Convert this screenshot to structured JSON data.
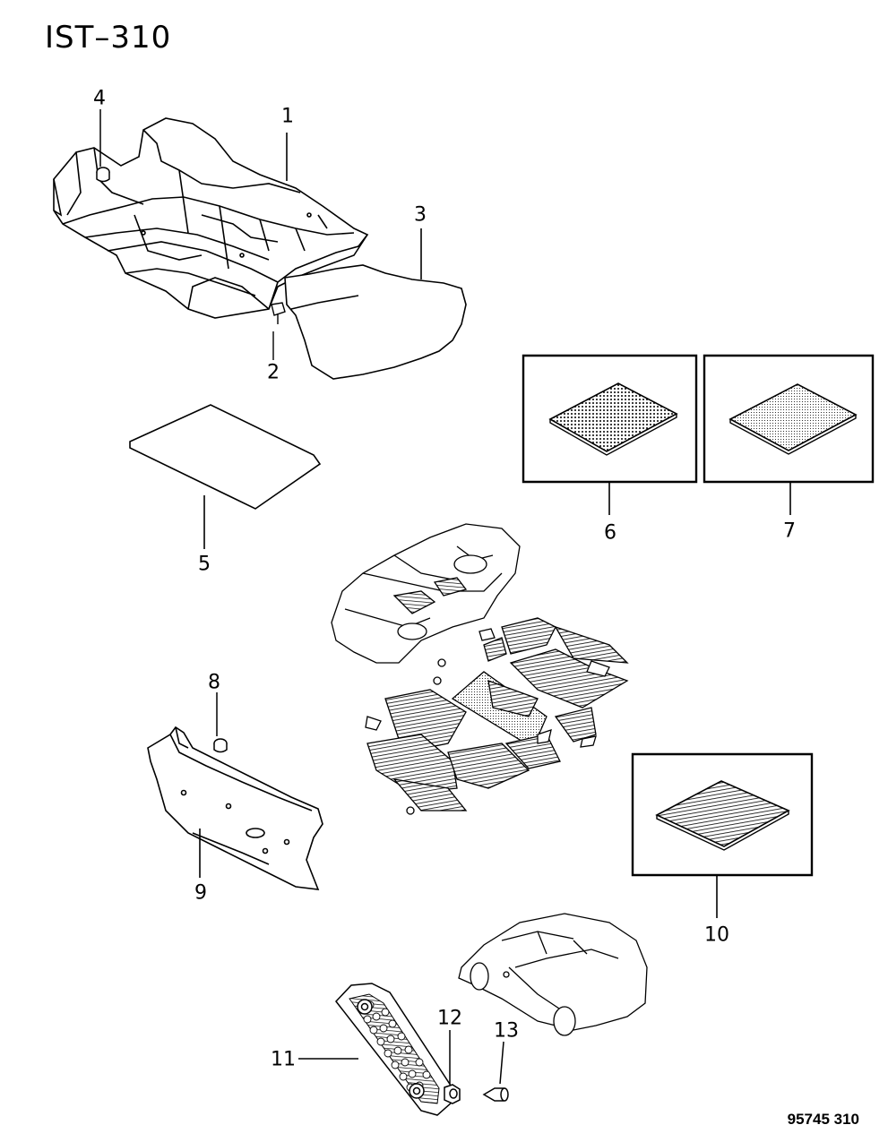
{
  "header": {
    "title": "IST–310"
  },
  "footer": {
    "code": "95745  310"
  },
  "callouts": {
    "c1": "1",
    "c2": "2",
    "c3": "3",
    "c4": "4",
    "c5": "5",
    "c6": "6",
    "c7": "7",
    "c8": "8",
    "c9": "9",
    "c10": "10",
    "c11": "11",
    "c12": "12",
    "c13": "13"
  }
}
